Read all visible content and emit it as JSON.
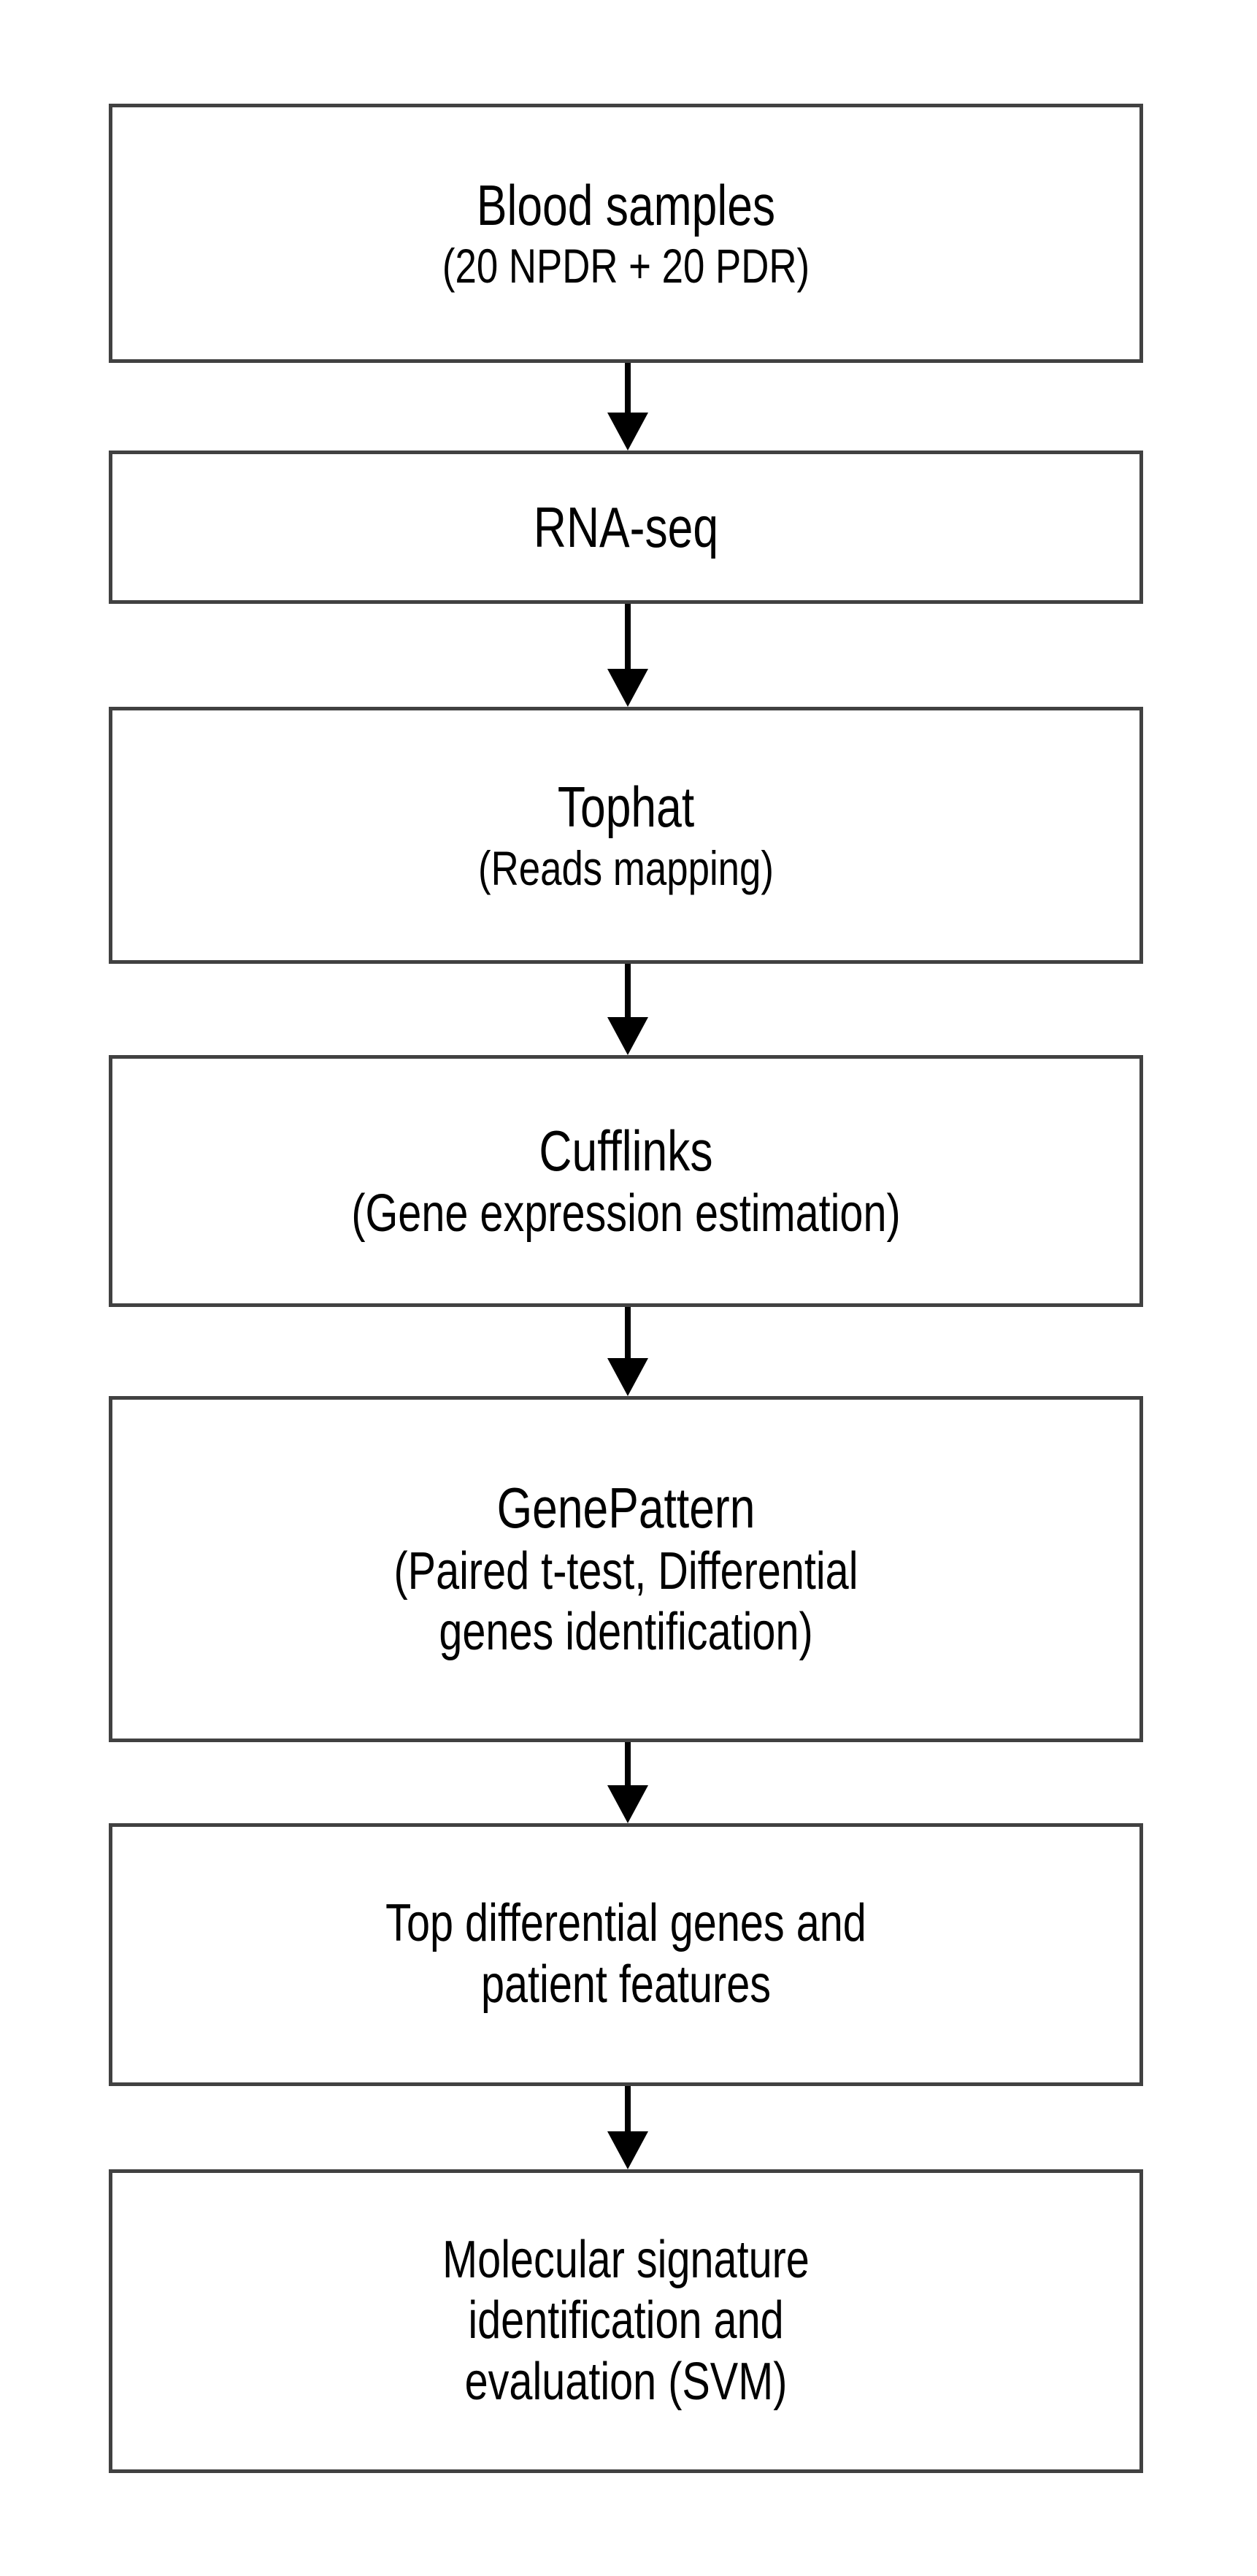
{
  "figure": {
    "type": "flowchart",
    "orientation": "top-to-bottom",
    "background_color": "#ffffff",
    "box_border_color": "#414141",
    "text_color": "#000000",
    "arrow_color": "#000000"
  },
  "nodes": [
    {
      "id": "blood-samples",
      "lines": [
        {
          "text": "Blood samples",
          "size": "lg"
        },
        {
          "text": "(20 NPDR + 20 PDR)",
          "size": "md"
        }
      ]
    },
    {
      "id": "rna-seq",
      "lines": [
        {
          "text": "RNA-seq",
          "size": "lg"
        }
      ]
    },
    {
      "id": "tophat",
      "lines": [
        {
          "text": "Tophat",
          "size": "lg"
        },
        {
          "text": "(Reads mapping)",
          "size": "md"
        }
      ]
    },
    {
      "id": "cufflinks",
      "lines": [
        {
          "text": "Cufflinks",
          "size": "lg"
        },
        {
          "text": "(Gene expression estimation)",
          "size": "sm"
        }
      ]
    },
    {
      "id": "genepattern",
      "lines": [
        {
          "text": "GenePattern",
          "size": "lg"
        },
        {
          "text": "(Paired t-test, Differential",
          "size": "sm"
        },
        {
          "text": "genes identification)",
          "size": "sm"
        }
      ]
    },
    {
      "id": "top-differential-genes",
      "lines": [
        {
          "text": "Top differential genes and",
          "size": "sm"
        },
        {
          "text": "patient features",
          "size": "sm"
        }
      ]
    },
    {
      "id": "molecular-signature",
      "lines": [
        {
          "text": "Molecular signature",
          "size": "sm"
        },
        {
          "text": "identification and",
          "size": "sm"
        },
        {
          "text": "evaluation (SVM)",
          "size": "sm"
        }
      ]
    }
  ],
  "edges": [
    {
      "from": "blood-samples",
      "to": "rna-seq"
    },
    {
      "from": "rna-seq",
      "to": "tophat"
    },
    {
      "from": "tophat",
      "to": "cufflinks"
    },
    {
      "from": "cufflinks",
      "to": "genepattern"
    },
    {
      "from": "genepattern",
      "to": "top-differential-genes"
    },
    {
      "from": "top-differential-genes",
      "to": "molecular-signature"
    },
    {
      "from": "molecular-signature",
      "to": null
    }
  ]
}
